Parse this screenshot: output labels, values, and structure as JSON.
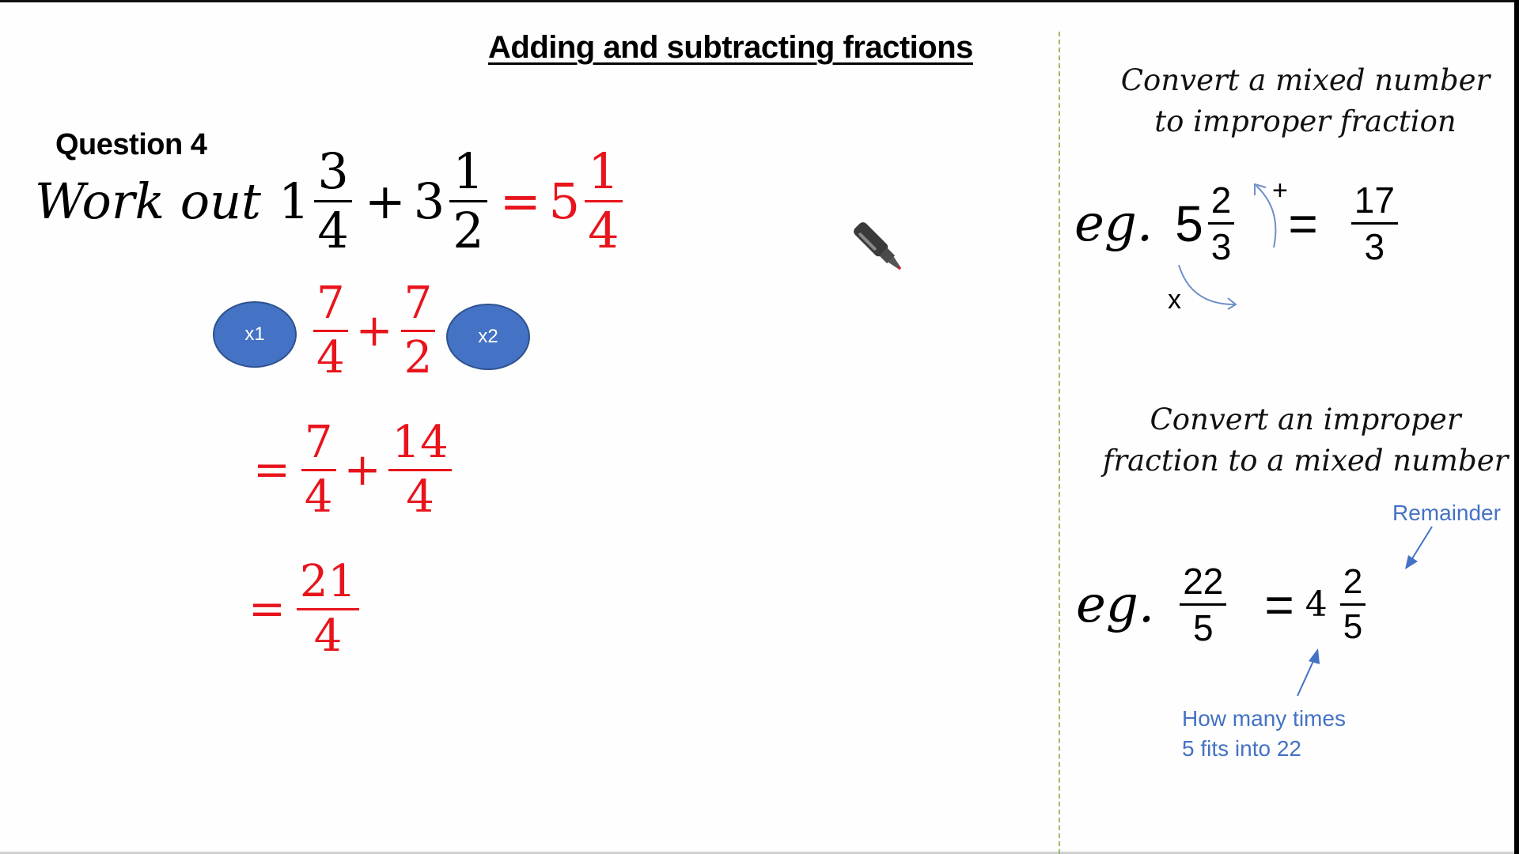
{
  "slide": {
    "title": "Adding and subtracting fractions",
    "question_label": "Question 4",
    "problem": {
      "prefix": "Work out",
      "term1": {
        "whole": "1",
        "num": "3",
        "den": "4"
      },
      "operator": "+",
      "term2": {
        "whole": "3",
        "num": "1",
        "den": "2"
      },
      "equals": "=",
      "answer": {
        "whole": "5",
        "num": "1",
        "den": "4"
      }
    },
    "steps": [
      {
        "left_badge": "x1",
        "a": {
          "num": "7",
          "den": "4"
        },
        "op": "+",
        "b": {
          "num": "7",
          "den": "2"
        },
        "right_badge": "x2"
      },
      {
        "eq": "=",
        "a": {
          "num": "7",
          "den": "4"
        },
        "op": "+",
        "b": {
          "num": "14",
          "den": "4"
        }
      },
      {
        "eq": "=",
        "a": {
          "num": "21",
          "den": "4"
        }
      }
    ],
    "colors": {
      "working": "#e8141c",
      "badge": "#4472c4",
      "note": "#4472c4",
      "divider": "#9bbb6a"
    }
  },
  "sidebar": {
    "section1": {
      "heading_line1": "Convert a mixed number",
      "heading_line2": "to improper fraction",
      "eg": "eg.",
      "mixed": {
        "whole": "5",
        "num": "2",
        "den": "3"
      },
      "plus_label": "+",
      "times_label": "x",
      "equals": "=",
      "result": {
        "num": "17",
        "den": "3"
      }
    },
    "section2": {
      "heading_line1": "Convert an improper",
      "heading_line2": "fraction to a mixed number",
      "eg": "eg.",
      "improper": {
        "num": "22",
        "den": "5"
      },
      "equals": "=",
      "mixed": {
        "whole": "4",
        "num": "2",
        "den": "5"
      },
      "remainder_label": "Remainder",
      "quotient_note_line1": "How many times",
      "quotient_note_line2": "5 fits into 22"
    }
  },
  "cursor": {
    "icon": "pen-cursor-icon"
  }
}
